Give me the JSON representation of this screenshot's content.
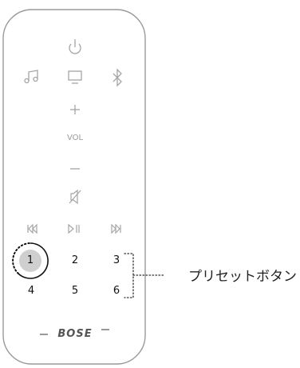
{
  "remote": {
    "volume_label": "VOL",
    "brand": "BOSE",
    "presets": [
      "1",
      "2",
      "3",
      "4",
      "5",
      "6"
    ],
    "active_preset": "1"
  },
  "callout": {
    "label": "プリセットボタン"
  },
  "icons": {
    "power": "power-icon",
    "music": "music-note-icon",
    "tv": "tv-icon",
    "bluetooth": "bluetooth-icon",
    "volume_up": "plus-icon",
    "volume_down": "minus-icon",
    "mute": "mute-icon",
    "previous": "skip-back-icon",
    "play_pause": "play-pause-icon",
    "next": "skip-forward-icon"
  },
  "colors": {
    "outline": "#9a9a9a",
    "icon": "#a5a5a5",
    "text": "#111111",
    "active_fill": "#cfcfcf"
  }
}
